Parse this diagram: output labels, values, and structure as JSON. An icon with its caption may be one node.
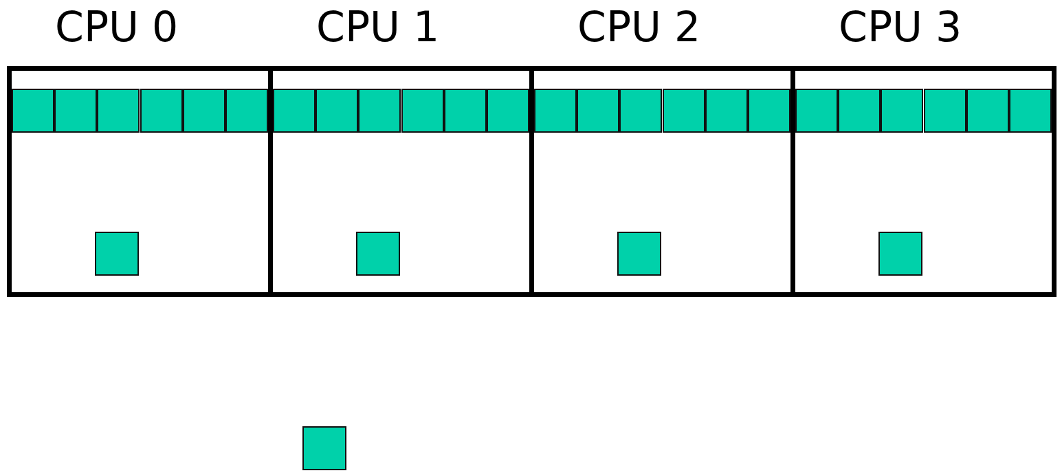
{
  "diagram": {
    "nodes": [
      {
        "text": [
          "CPU 0"
        ]
      },
      {
        "text": [],
        "shape": "box",
        "in": 0
      },
      {
        "text": [],
        "shape": "box",
        "in": 0
      },
      {
        "text": [],
        "shape": "box",
        "in": 0
      },
      {
        "text": [],
        "shape": "box",
        "in": 0
      },
      {
        "text": [],
        "shape": "box",
        "in": 0
      },
      {
        "text": [],
        "shape": "box",
        "in": 0
      },
      {
        "text": [],
        "shape": "box",
        "in": 0
      },
      {
        "text": [
          "CPU 1"
        ]
      },
      {
        "text": [],
        "shape": "box",
        "in": 8
      },
      {
        "text": [],
        "shape": "box",
        "in": 8
      },
      {
        "text": [],
        "shape": "box",
        "in": 8
      },
      {
        "text": [],
        "shape": "box",
        "in": 8
      },
      {
        "text": [],
        "shape": "box",
        "in": 8
      },
      {
        "text": [],
        "shape": "box",
        "in": 8
      },
      {
        "text": [],
        "shape": "box",
        "in": 8
      },
      {
        "text": [
          "CPU 2"
        ]
      },
      {
        "text": [],
        "shape": "box",
        "in": 16
      },
      {
        "text": [],
        "shape": "box",
        "in": 16
      },
      {
        "text": [],
        "shape": "box",
        "in": 16
      },
      {
        "text": [],
        "shape": "box",
        "in": 16
      },
      {
        "text": [],
        "shape": "box",
        "in": 16
      },
      {
        "text": [],
        "shape": "box",
        "in": 16
      },
      {
        "text": [],
        "shape": "box",
        "in": 16
      },
      {
        "text": [
          "CPU 3"
        ]
      },
      {
        "text": [],
        "shape": "box",
        "in": 24
      },
      {
        "text": [],
        "shape": "box",
        "in": 24
      },
      {
        "text": [],
        "shape": "box",
        "in": 24
      },
      {
        "text": [],
        "shape": "box",
        "in": 24
      },
      {
        "text": [],
        "shape": "box",
        "in": 24
      },
      {
        "text": [],
        "shape": "box",
        "in": 24
      },
      {
        "text": [],
        "shape": "box",
        "in": 24
      },
      {
        "text": [],
        "shape": "box"
      }
    ]
  }
}
